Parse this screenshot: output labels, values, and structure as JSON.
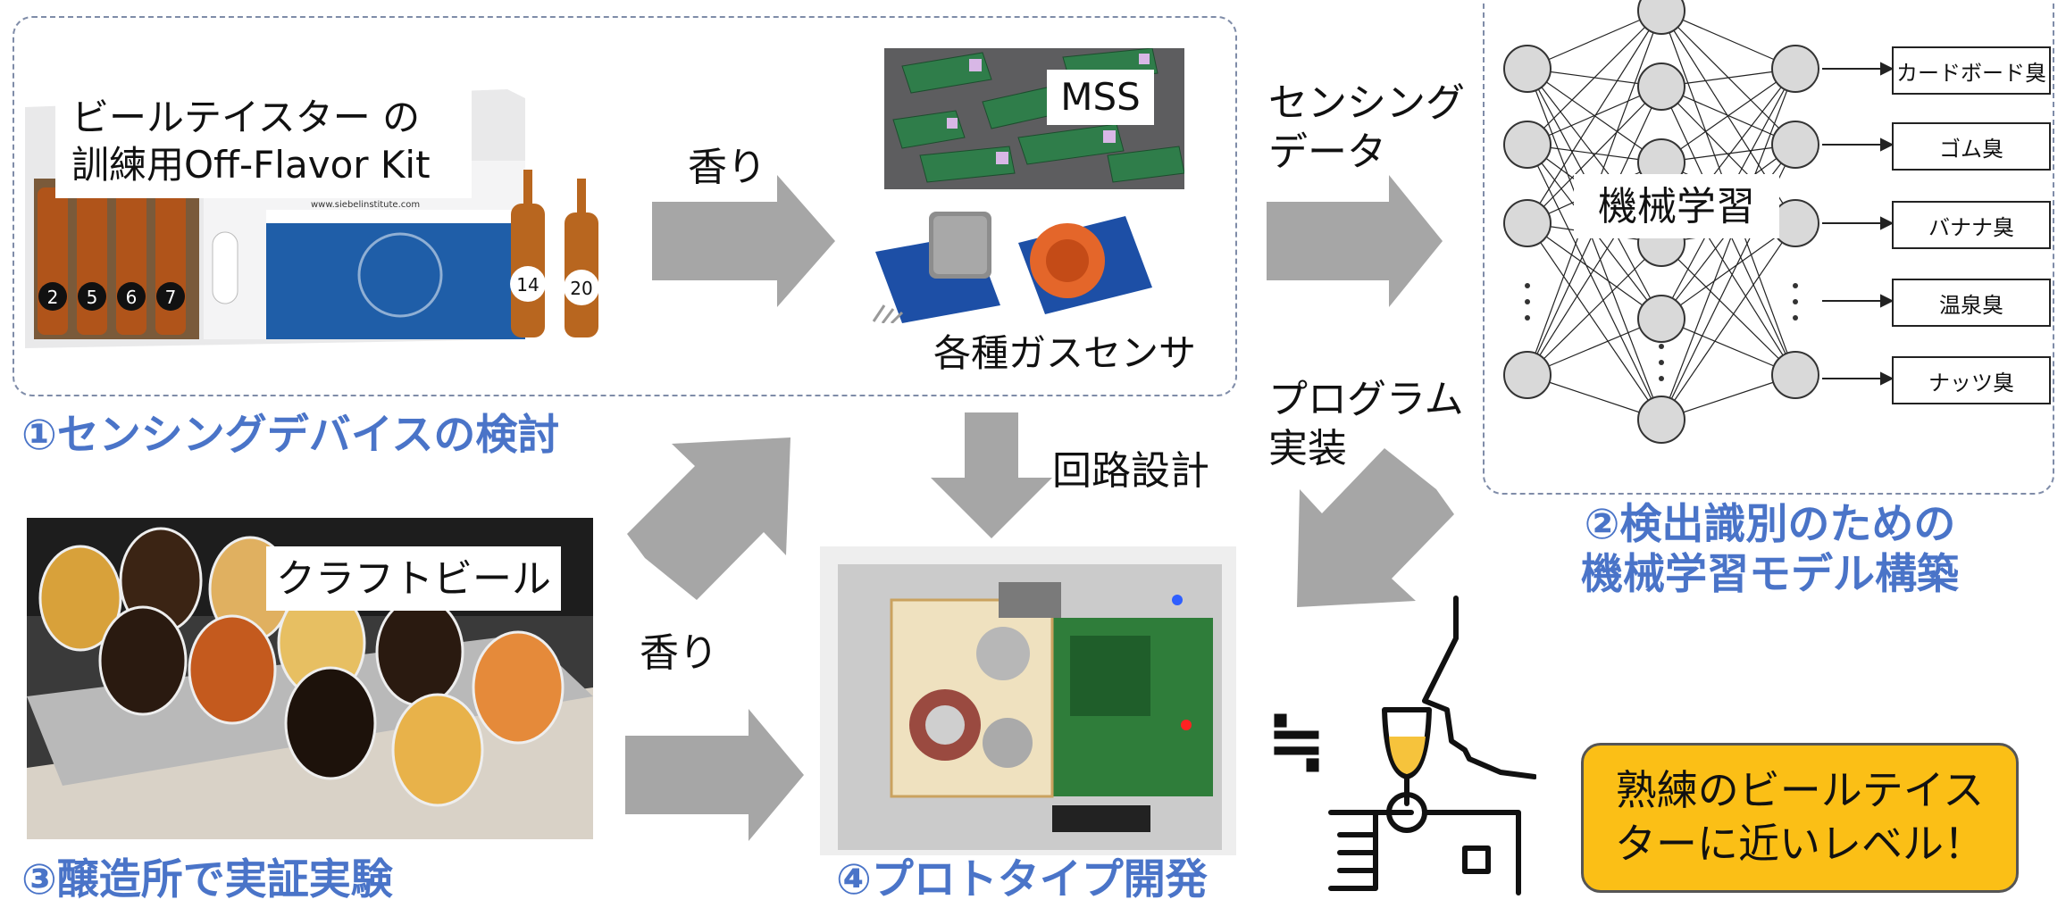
{
  "kit_photo": {
    "label_line1": "ビールテイスター の",
    "label_line2": "訓練用Off-Flavor Kit",
    "vial_numbers": [
      "2",
      "5",
      "6",
      "7",
      "14",
      "20"
    ],
    "box_url": "www.siebelinstitute.com"
  },
  "mss": {
    "label": "MSS"
  },
  "gas_sensor": {
    "label": "各種ガスセンサ"
  },
  "arrows": {
    "kaori_top": "香り",
    "sensing_data_line1": "センシング",
    "sensing_data_line2": "データ",
    "program_line1": "プログラム",
    "program_line2": "実装",
    "circuit_design": "回路設計",
    "kaori_bottom": "香り"
  },
  "neural_net": {
    "center_label": "機械学習",
    "outputs": [
      "カードボード臭",
      "ゴム臭",
      "バナナ臭",
      "温泉臭",
      "ナッツ臭"
    ]
  },
  "steps": {
    "step1": "①センシングデバイスの検討",
    "step2_line1": "②検出識別のための",
    "step2_line2": "機械学習モデル構築",
    "step3": "③醸造所で実証実験",
    "step4": "④プロトタイプ開発"
  },
  "craft_photo": {
    "label": "クラフトビール"
  },
  "approx_symbol": "≒",
  "result_box": {
    "line1": "熟練のビールテイス",
    "line2": "ターに近いレベル！"
  },
  "colors": {
    "step_blue": "#4a74c8",
    "arrow_gray": "#a6a6a6",
    "result_yellow": "#fbbf16"
  }
}
